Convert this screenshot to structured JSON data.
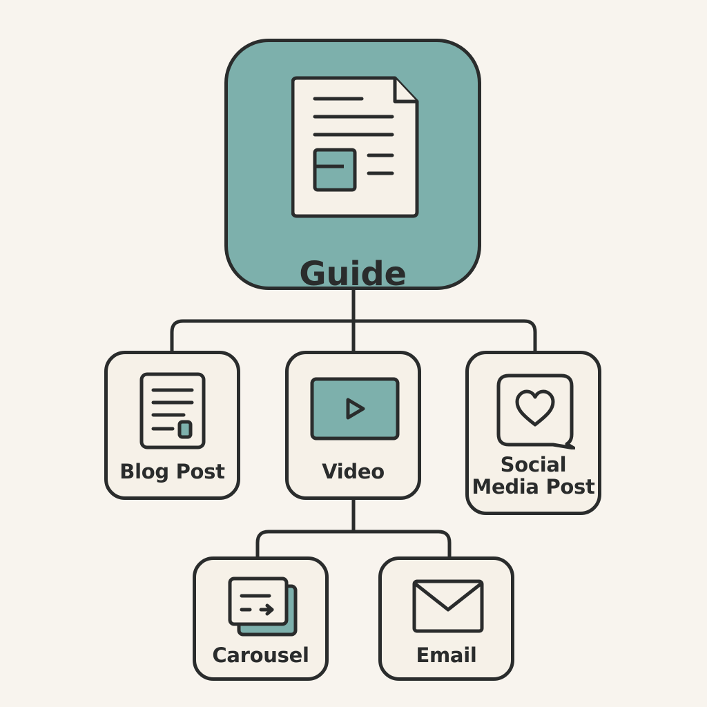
{
  "diagram": {
    "root": {
      "label": "Guide",
      "icon": "document-icon"
    },
    "children": [
      {
        "label": "Blog Post",
        "icon": "article-icon"
      },
      {
        "label": "Video",
        "icon": "video-play-icon"
      },
      {
        "label_line1": "Social",
        "label_line2": "Media Post",
        "icon": "heart-chat-icon"
      }
    ],
    "grandchildren": [
      {
        "label": "Carousel",
        "icon": "carousel-cards-icon"
      },
      {
        "label": "Email",
        "icon": "envelope-icon"
      }
    ]
  },
  "colors": {
    "background": "#f8f4ee",
    "card_fill": "#f6f1e8",
    "accent_teal": "#7db0ac",
    "stroke": "#2a2c2c"
  }
}
